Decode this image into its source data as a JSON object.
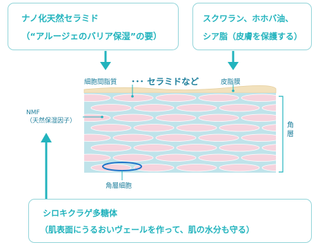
{
  "callouts": {
    "ceramide": {
      "line1": "ナノ化天然セラミド",
      "line2": "（“アルージェのバリア保湿”の要）"
    },
    "squalane": {
      "line1": "スクワラン、ホホバ油、",
      "line2": "シア脂（皮膚を保護する）"
    },
    "tremella": {
      "line1": "シロキクラゲ多糖体",
      "line2": "（肌表面にうるおいヴェールを作って、肌の水分も守る）"
    }
  },
  "labels": {
    "intercellular_lipid": "細胞間脂質",
    "ceramide_etc": "･･･ セラミドなど",
    "sebum_membrane": "皮脂膜",
    "nmf_line1": "NMF",
    "nmf_line2": "（天然保湿因子）",
    "stratum_corneum_1": "角",
    "stratum_corneum_2": "層",
    "corneocyte": "角層細胞"
  },
  "colors": {
    "accent": "#22b3bd",
    "cell_fill": "#f6d3dd",
    "cell_stroke": "#ffffff",
    "lipid_band": "#bfe3ea",
    "sebum": "#f2e1bd",
    "highlight_cell": "#1e73c8",
    "arrow": "#22b3bd"
  }
}
